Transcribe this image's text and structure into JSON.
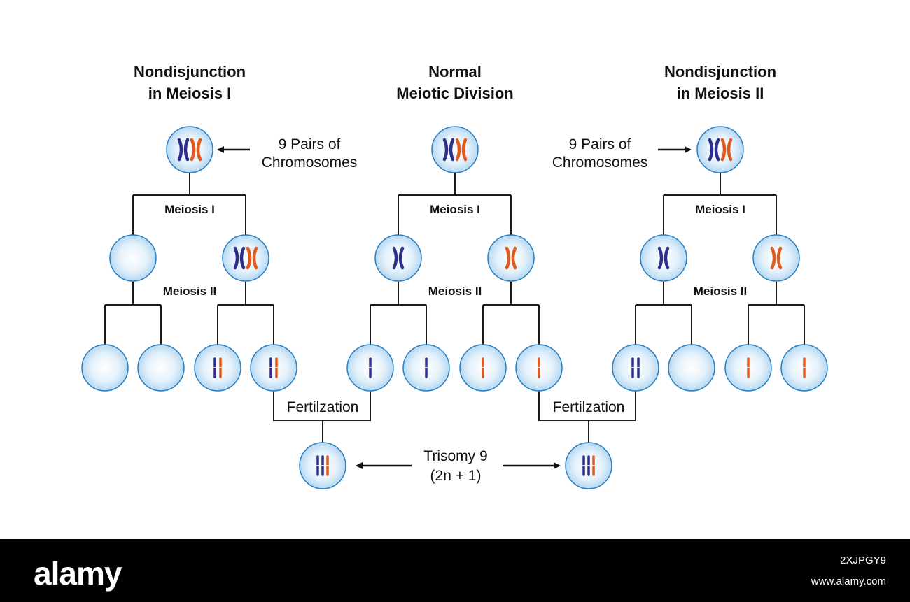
{
  "titles": {
    "left": [
      "Nondisjunction",
      "in Meiosis I"
    ],
    "center": [
      "Normal",
      "Meiotic Division"
    ],
    "right": [
      "Nondisjunction",
      "in Meiosis II"
    ]
  },
  "labels": {
    "pairs_left": [
      "9 Pairs of",
      "Chromosomes"
    ],
    "pairs_right": [
      "9 Pairs of",
      "Chromosomes"
    ],
    "meiosis_i": "Meiosis I",
    "meiosis_ii": "Meiosis II",
    "fertilization": "Fertilzation",
    "trisomy": [
      "Trisomy 9",
      "(2n + 1)"
    ]
  },
  "colors": {
    "blue_chromosome": "#2e2f8a",
    "orange_chromosome": "#e05a1c",
    "cell_fill": "#cfe6f7",
    "cell_border": "#2a7fc0"
  },
  "watermark": {
    "logo": "alamy",
    "image_id": "2XJPGY9",
    "url": "www.alamy.com"
  }
}
